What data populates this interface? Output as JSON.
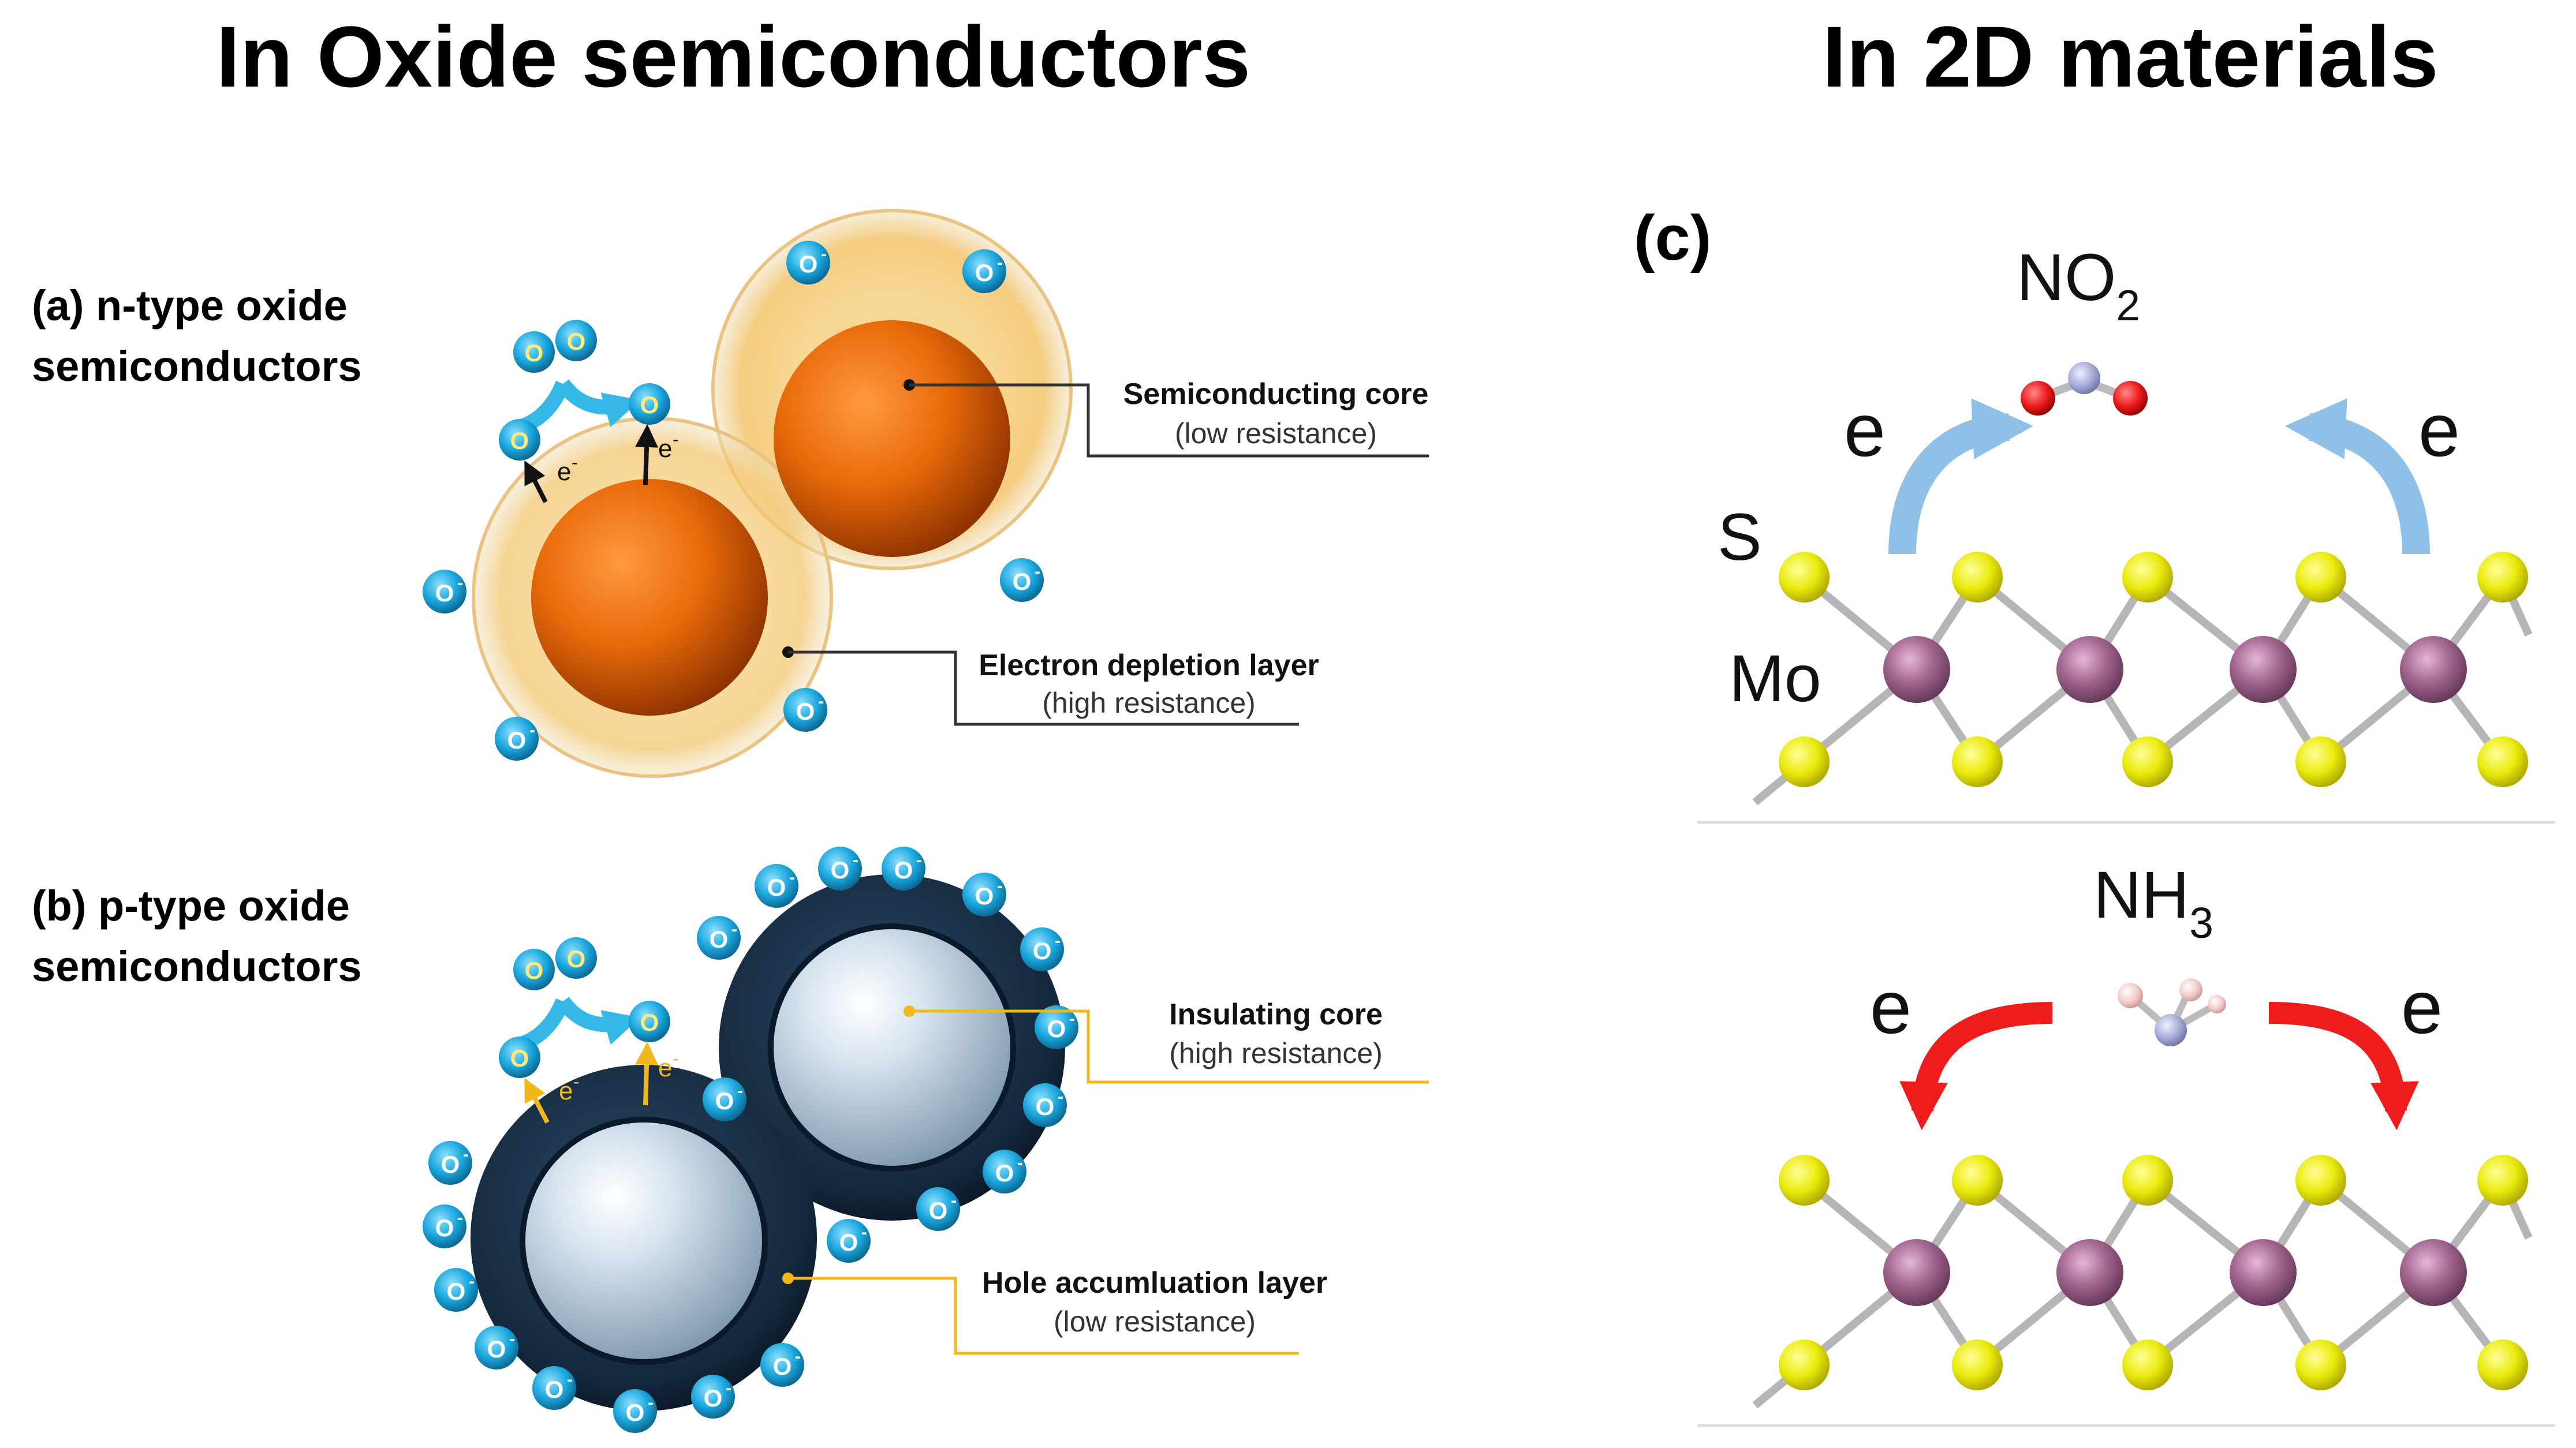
{
  "headings": {
    "left": "In Oxide semiconductors",
    "right": "In 2D materials"
  },
  "panel_a": {
    "label_line1": "(a) n-type oxide",
    "label_line2": "semiconductors",
    "core_title": "Semiconducting core",
    "core_sub": "(low resistance)",
    "layer_title": "Electron depletion layer",
    "layer_sub": "(high resistance)",
    "electron": "e",
    "electron_sup": "-",
    "oxygen": "O",
    "oxygen_ion_sup": "-"
  },
  "panel_b": {
    "label_line1": "(b) p-type oxide",
    "label_line2": "semiconductors",
    "core_title": "Insulating core",
    "core_sub": "(high resistance)",
    "layer_title": "Hole accumluation layer",
    "layer_sub": "(low resistance)",
    "electron": "e",
    "electron_sup": "-"
  },
  "panel_c": {
    "label": "(c)",
    "no2_main": "NO",
    "no2_sub": "2",
    "nh3_main": "NH",
    "nh3_sub": "3",
    "electron": "e",
    "s_label": "S",
    "mo_label": "Mo"
  },
  "colors": {
    "orange_core": "#e86a0a",
    "depletion_layer": "#f3c46a",
    "dark_shell": "#13283d",
    "insulating_core": "#b7cde0",
    "oxygen_ion": "#1aa7dd",
    "blue_arrow": "#8fc1e8",
    "red_arrow": "#ee1c1c",
    "gold_line": "#f2b71a",
    "sulfur": "#eaea0c",
    "molybdenum": "#a2658f"
  }
}
